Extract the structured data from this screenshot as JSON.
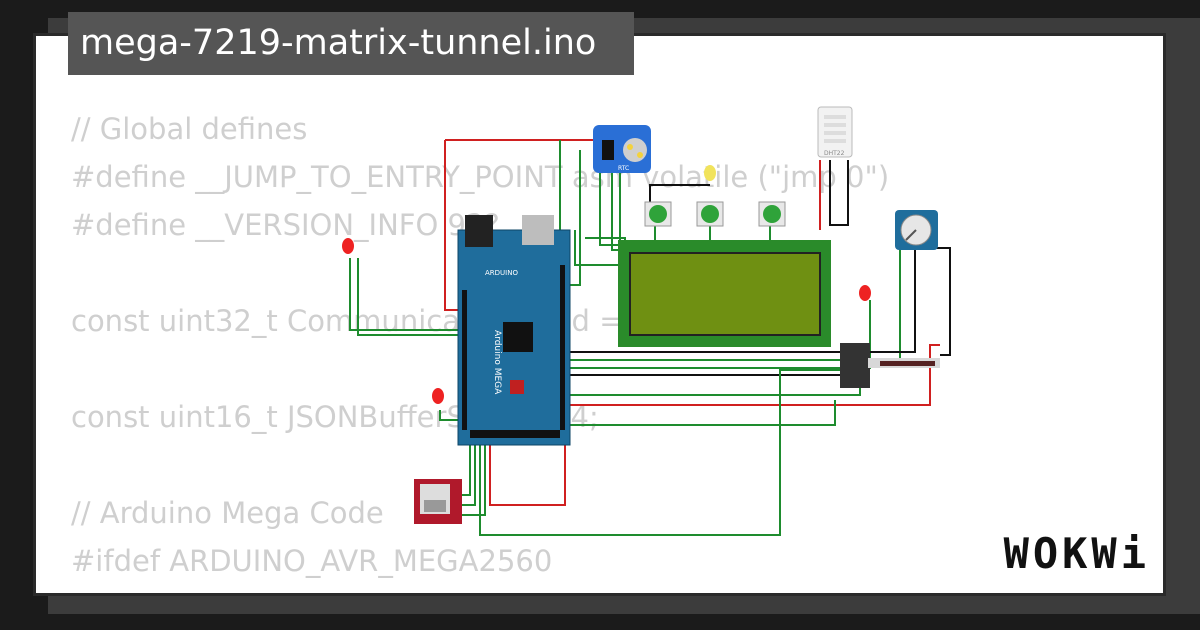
{
  "title": "mega-7219-matrix-tunnel.ino",
  "code_lines": [
    "// Global defines",
    "#define __JUMP_TO_ENTRY_POINT asm volatile (\"jmp 0\")",
    "#define __VERSION_INFO 92?",
    "",
    "const uint32_t CommunicationBaud =",
    "",
    "const uint16_t JSONBufferSize 1024;",
    "",
    "// Arduino Mega Code",
    "#ifdef ARDUINO_AVR_MEGA2560"
  ],
  "logo": "WOKWi",
  "components": {
    "mega_label": "Arduino MEGA",
    "mega_brand": "ARDUINO",
    "rtc_label": "RTC",
    "dht_label": "DHT22"
  },
  "colors": {
    "background": "#1b1b1b",
    "card": "#ffffff",
    "tab": "#555555",
    "code_text": "#cfcfcf",
    "board": "#1f6d9c",
    "lcd_green": "#7ea000",
    "wire_green": "#1e8c2e",
    "wire_red": "#d02020",
    "wire_black": "#111111"
  }
}
